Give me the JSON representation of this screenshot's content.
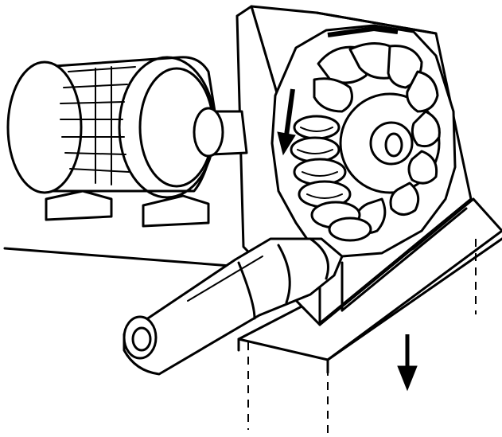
{
  "figure": {
    "subject": "pelton-wheel-turbine-with-generator",
    "line_color": "#000000",
    "background_color": "#ffffff",
    "flow_arrow_icon": "arrow-down",
    "outflow_arrow_icon": "arrow-down"
  }
}
